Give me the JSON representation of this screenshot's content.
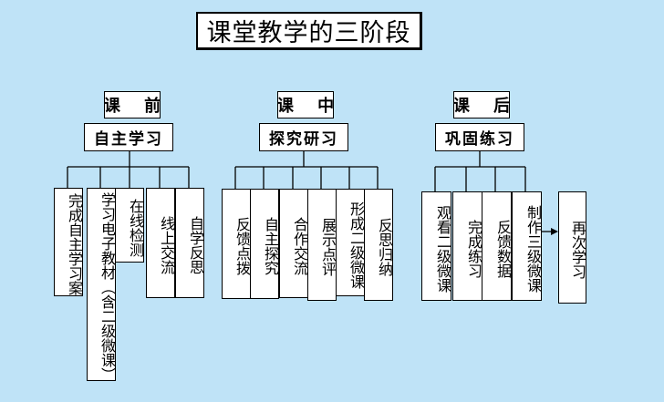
{
  "title": "课堂教学的三阶段",
  "phases": [
    {
      "label": "课 前",
      "heading": "自主学习",
      "items": [
        "完成自主学习案",
        "学习电子教材（含二级微课）",
        "在线检测",
        "线上交流",
        "自学反思"
      ]
    },
    {
      "label": "课 中",
      "heading": "探究研习",
      "items": [
        "反馈点拨",
        "自主探究",
        "合作交流",
        "展示点评",
        "形成二级微课",
        "反思归纳"
      ]
    },
    {
      "label": "课 后",
      "heading": "巩固练习",
      "items": [
        "观看二级微课",
        "完成练习",
        "反馈数据",
        "制作三级微课"
      ],
      "next": "再次学习"
    }
  ]
}
